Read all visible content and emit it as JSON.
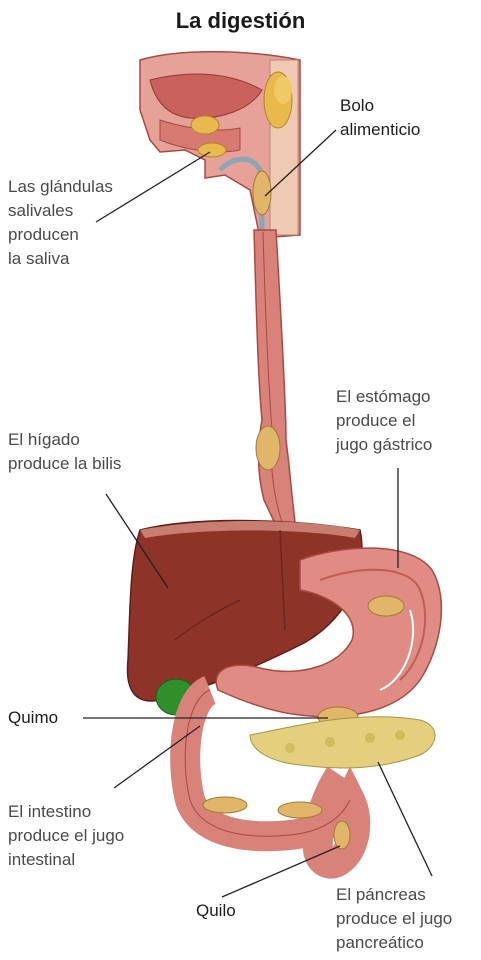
{
  "title": "La digestión",
  "labels": {
    "bolo": "Bolo\nalimenticio",
    "salivales": "Las glándulas\nsalivales\nproducen\nla saliva",
    "higado": "El hígado\nproduce la bilis",
    "estomago": "El estómago\nproduce el\njugo gástrico",
    "quimo": "Quimo",
    "intestino": "El intestino\nproduce el jugo\nintestinal",
    "quilo": "Quilo",
    "pancreas": "El páncreas\nproduce el jugo\npancreático"
  },
  "colors": {
    "tissue": "#d9827a",
    "tissue_dark": "#a84a44",
    "liver": "#8e3328",
    "gallbladder": "#2f8f2a",
    "pancreas": "#e3cf7d",
    "bolus": "#e2b66a",
    "leader": "#222222"
  }
}
